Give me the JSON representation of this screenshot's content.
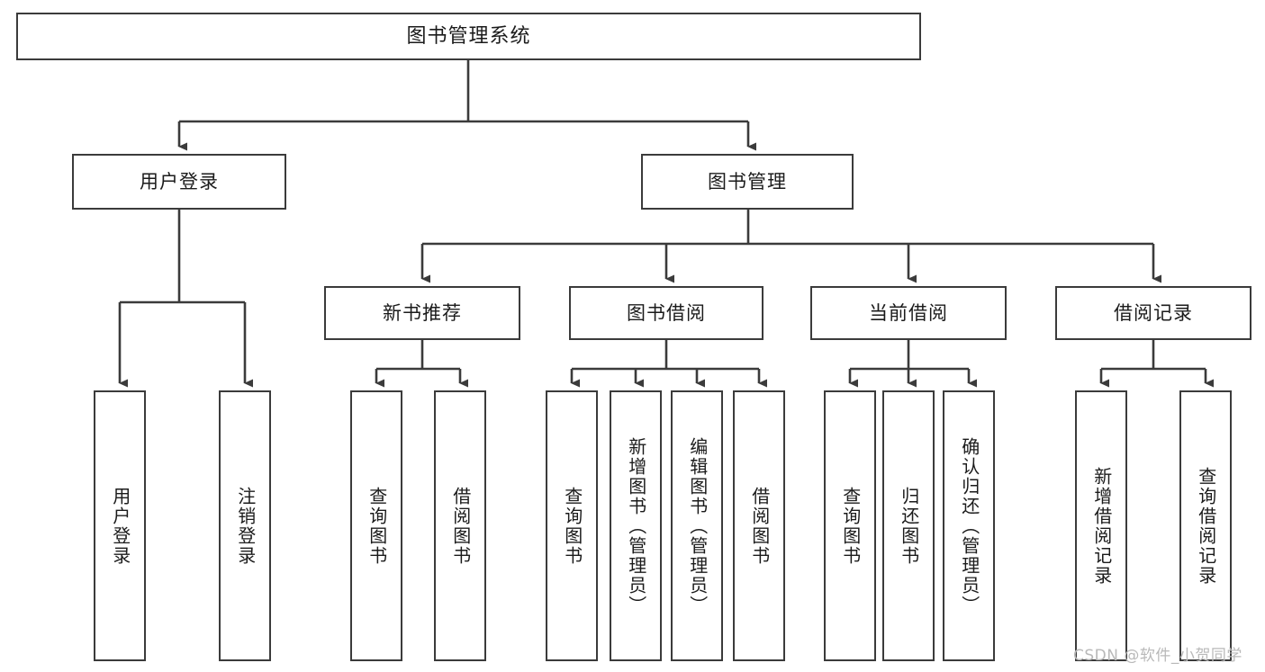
{
  "diagram": {
    "type": "tree",
    "title": "图书管理系统",
    "root": {
      "label": "图书管理系统"
    },
    "level2": [
      {
        "label": "用户登录"
      },
      {
        "label": "图书管理"
      }
    ],
    "level3": [
      {
        "label": "新书推荐"
      },
      {
        "label": "图书借阅"
      },
      {
        "label": "当前借阅"
      },
      {
        "label": "借阅记录"
      }
    ],
    "leaves": {
      "user_login": [
        {
          "label": "用户登录"
        },
        {
          "label": "注销登录"
        }
      ],
      "new_book_recommend": [
        {
          "label": "查询图书"
        },
        {
          "label": "借阅图书"
        }
      ],
      "book_borrow": [
        {
          "label": "查询图书"
        },
        {
          "label": "新增图书（管理员）"
        },
        {
          "label": "编辑图书（管理员）"
        },
        {
          "label": "借阅图书"
        }
      ],
      "current_borrow": [
        {
          "label": "查询图书"
        },
        {
          "label": "归还图书"
        },
        {
          "label": "确认归还（管理员）"
        }
      ],
      "borrow_record": [
        {
          "label": "新增借阅记录"
        },
        {
          "label": "查询借阅记录"
        }
      ]
    },
    "colors": {
      "stroke": "#3b3b3b",
      "fill": "#ffffff",
      "text": "#1b1b1b",
      "watermark": "#b9b9b9"
    }
  },
  "watermark": {
    "text": "CSDN @软件_小贺同学"
  }
}
